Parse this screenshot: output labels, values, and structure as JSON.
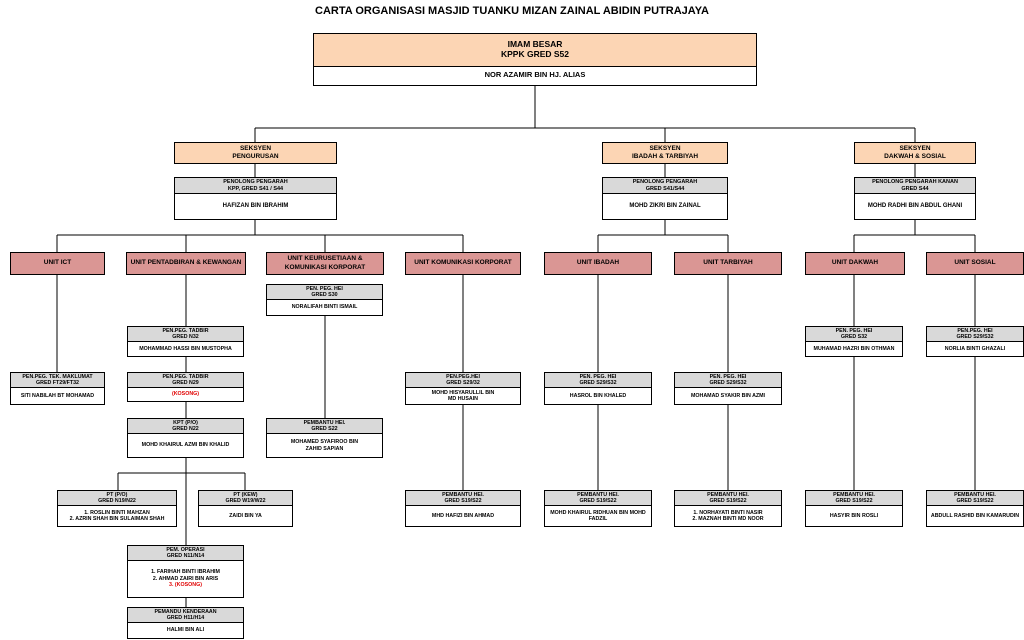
{
  "title": "CARTA ORGANISASI MASJID TUANKU MIZAN ZAINAL ABIDIN PUTRAJAYA",
  "imam": {
    "line1": "IMAM BESAR",
    "line2": "KPPK GRED S52",
    "name": "NOR AZAMIR BIN HJ. ALIAS"
  },
  "sections": {
    "pengurusan": {
      "line1": "SEKSYEN",
      "line2": "PENGURUSAN"
    },
    "ibadah": {
      "line1": "SEKSYEN",
      "line2": "IBADAH & TARBIYAH"
    },
    "dakwah": {
      "line1": "SEKSYEN",
      "line2": "DAKWAH & SOSIAL"
    }
  },
  "section_heads": {
    "pengurusan": {
      "line1": "PENOLONG PENGARAH",
      "line2": "KPP, GRED S41 / S44",
      "name": "HAFIZAN BIN IBRAHIM"
    },
    "ibadah": {
      "line1": "PENOLONG PENGARAH",
      "line2": "GRED S41/S44",
      "name": "MOHD ZIKRI BIN ZAINAL"
    },
    "dakwah": {
      "line1": "PENOLONG PENGARAH KANAN",
      "line2": "GRED S44",
      "name": "MOHD RADHI BIN ABDUL GHANI"
    }
  },
  "units": {
    "ict": "UNIT ICT",
    "pentadbiran": "UNIT PENTADBIRAN & KEWANGAN",
    "keurusetiaan_1": "UNIT KEURUSETIAAN &",
    "keurusetiaan_2": "KOMUNIKASI KORPORAT",
    "komunikasi": "UNIT KOMUNIKASI KORPORAT",
    "ibadah": "UNIT IBADAH",
    "tarbiyah": "UNIT TARBIYAH",
    "dakwah": "UNIT DAKWAH",
    "sosial": "UNIT SOSIAL"
  },
  "staff": {
    "ict_tek": {
      "line1": "PEN.PEG. TEK. MAKLUMAT",
      "line2": "GRED FT29/FT32",
      "name": "SITI NABILAH BT MOHAMAD"
    },
    "tadbir_n32": {
      "line1": "PEN.PEG. TADBIR",
      "line2": "GRED N32",
      "name": "MOHAMMAD HASSI BIN MUSTOPHA"
    },
    "tadbir_n29": {
      "line1": "PEN.PEG. TADBIR",
      "line2": "GRED N29",
      "name": "(KOSONG)"
    },
    "kpt": {
      "line1": "KPT (P/O)",
      "line2": "GRED N22",
      "name": "MOHD KHAIRUL AZMI BIN KHALID"
    },
    "pt_po": {
      "line1": "PT (P/O)",
      "line2": "GRED N19/N22",
      "name1": "1. ROSLIN BINTI MAHZAN",
      "name2": "2. AZRIN SHAH BIN SULAIMAN SHAH"
    },
    "pt_kew": {
      "line1": "PT (KEW)",
      "line2": "GRED W19/W22",
      "name": "ZAIDI BIN YA"
    },
    "operasi": {
      "line1": "PEM. OPERASI",
      "line2": "GRED N11/N14",
      "name1": "1. FARIHAH BINTI IBRAHIM",
      "name2": "2.  AHMAD ZAIRI BIN ARIS",
      "name3": "3. (KOSONG)"
    },
    "pemandu": {
      "line1": "PEMANDU KENDERAAN",
      "line2": "GRED H11/H14",
      "name": "HALMI BIN ALI"
    },
    "keur_hei": {
      "line1": "PEN. PEG. HEI",
      "line2": "GRED S30",
      "name": "NORALIFAH BINTI ISMAIL"
    },
    "keur_pembantu": {
      "line1": "PEMBANTU HEI.",
      "line2": "GRED S22",
      "name1": "MOHAMED SYAFIROO BIN",
      "name2": "ZAHID SAPIAN"
    },
    "kom_hei": {
      "line1": "PEN.PEG.HEI",
      "line2": "GRED S29/32",
      "name1": "MOHD HISYARULLIL BIN",
      "name2": "MD HUSAIN"
    },
    "kom_pembantu": {
      "line1": "PEMBANTU HEI.",
      "line2": "GRED S19/S22",
      "name": "MHD HAFIZI BIN AHMAD"
    },
    "ibadah_hei": {
      "line1": "PEN. PEG. HEI",
      "line2": "GRED S29/S32",
      "name": "HASROL BIN KHALED"
    },
    "ibadah_pembantu": {
      "line1": "PEMBANTU HEI.",
      "line2": "GRED S19/S22",
      "name1": "MOHD KHAIRUL RIDHUAN BIN MOHD",
      "name2": "FADZIL"
    },
    "tarbiyah_hei": {
      "line1": "PEN. PEG. HEI",
      "line2": "GRED S29/S32",
      "name": "MOHAMAD SYAKIR BIN AZMI"
    },
    "tarbiyah_pembantu": {
      "line1": "PEMBANTU HEI.",
      "line2": "GRED S19/S22",
      "name1": "1. NORHAYATI BINTI NASIR",
      "name2": "2. MAZNAH BINTI MD NOOR"
    },
    "dakwah_hei": {
      "line1": "PEN. PEG. HEI",
      "line2": "GRED S32",
      "name": "MUHAMAD HAZRI BIN OTHMAN"
    },
    "dakwah_pembantu": {
      "line1": "PEMBANTU HEI.",
      "line2": "GRED S19/S22",
      "name": "HASYIR BIN ROSLI"
    },
    "sosial_hei": {
      "line1": "PEN.PEG. HEI",
      "line2": "GRED S29/S32",
      "name": "NORLIA BINTI GHAZALI"
    },
    "sosial_pembantu": {
      "line1": "PEMBANTU HEI.",
      "line2": "GRED S19/S22",
      "name": "ABDULL RASHID BIN KAMARUDIN"
    }
  },
  "colors": {
    "peach": "#fcd5b4",
    "grey": "#d9d9d9",
    "rose": "#da9694",
    "vacant": "#e00000"
  }
}
